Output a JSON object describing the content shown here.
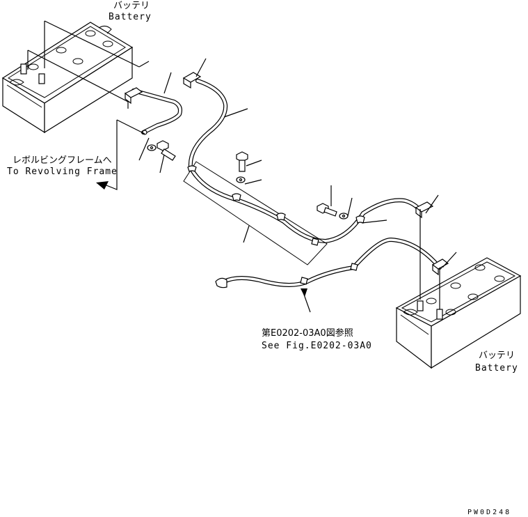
{
  "labels": {
    "battery_top_jp": "バッテリ",
    "battery_top_en": "Battery",
    "frame_jp": "レボルビングフレームへ",
    "frame_en": "To Revolving Frame",
    "ref_jp": "第E0202-03A0図参照",
    "ref_en": "See Fig.E0202-03A0",
    "battery_bottom_jp": "バッテリ",
    "battery_bottom_en": "Battery",
    "drawing_code": "PW0D248"
  }
}
